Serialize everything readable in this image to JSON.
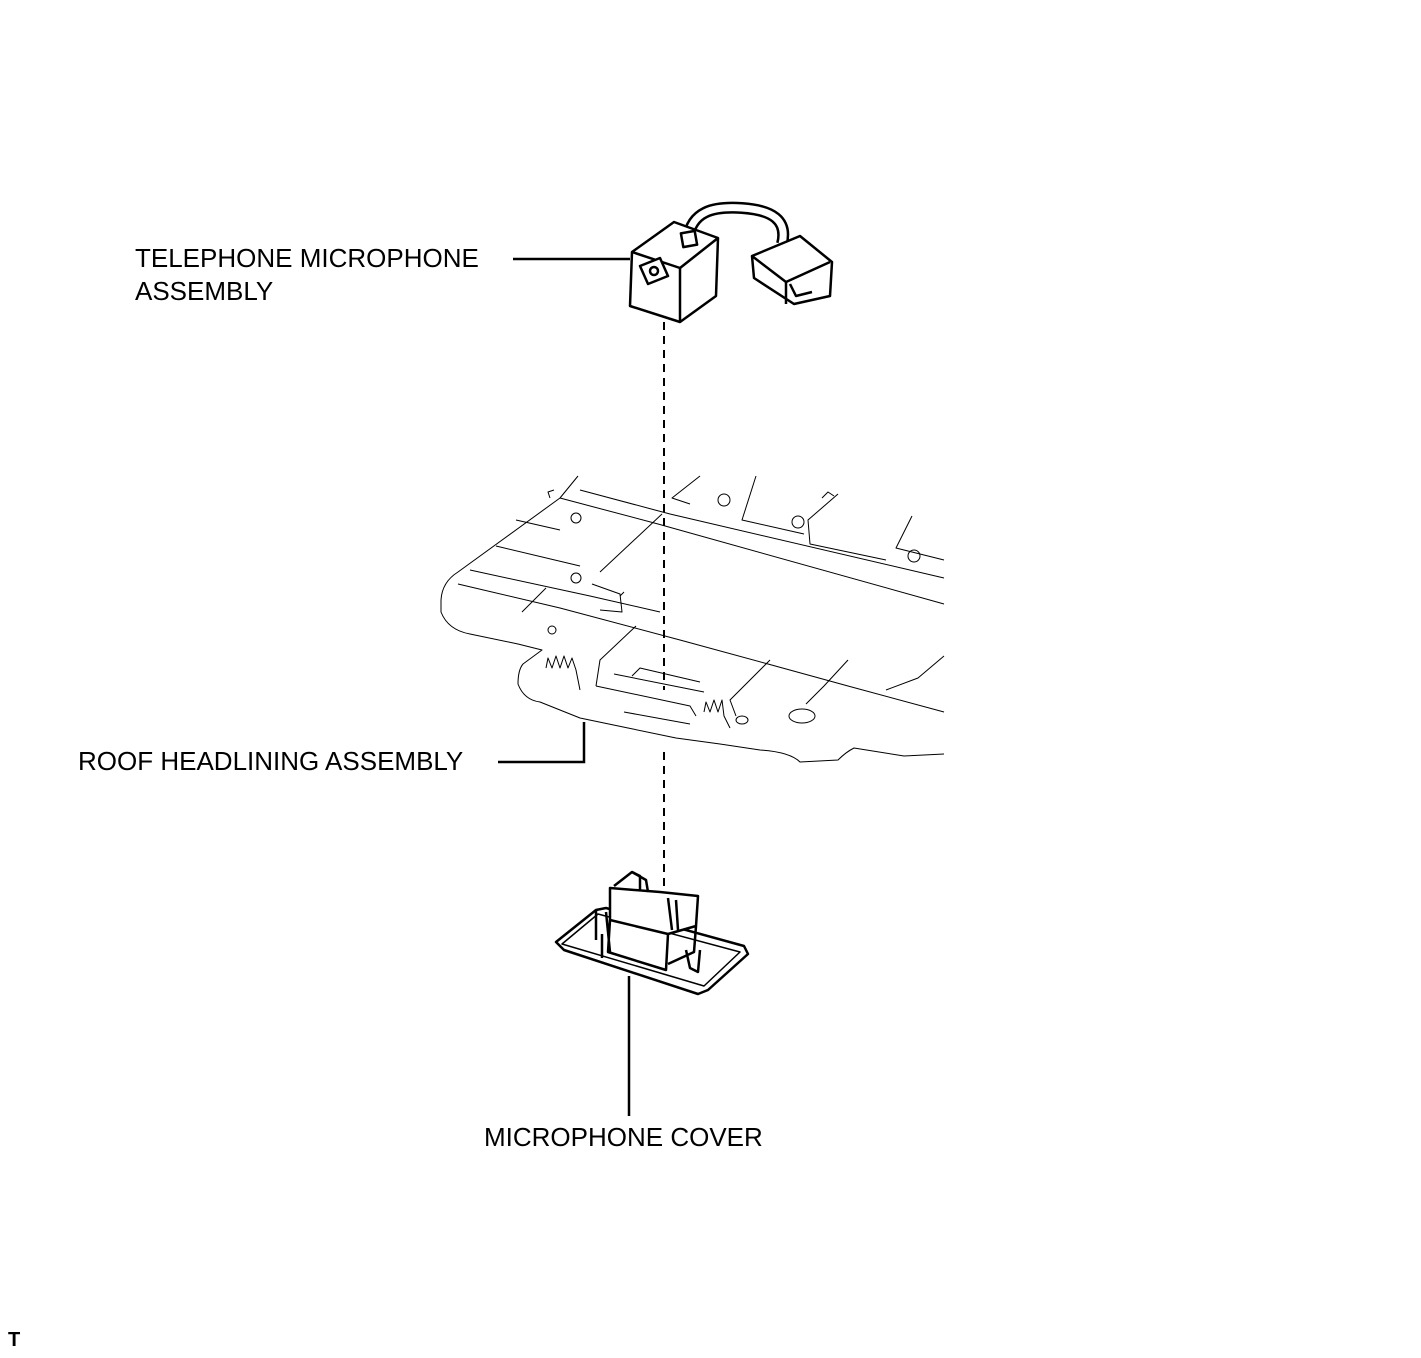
{
  "labels": {
    "telephone_microphone": [
      "TELEPHONE MICROPHONE",
      "ASSEMBLY"
    ],
    "roof_headlining": "ROOF HEADLINING ASSEMBLY",
    "microphone_cover": "MICROPHONE COVER",
    "figure_code": "T"
  },
  "colors": {
    "line": "#000000",
    "background": "#ffffff"
  }
}
